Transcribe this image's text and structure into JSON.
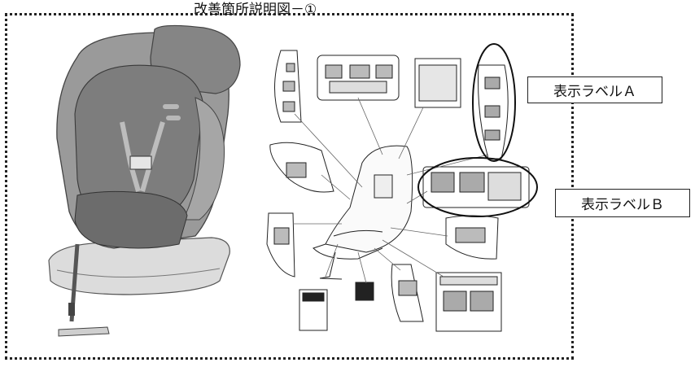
{
  "title": "改善箇所説明図－①",
  "labels": {
    "label_a": "表示ラベルＡ",
    "label_b": "表示ラベルＢ"
  },
  "colors": {
    "seat_gray": "#8f8f8f",
    "seat_dark": "#6f6f6f",
    "line": "#222222",
    "background": "#ffffff"
  }
}
